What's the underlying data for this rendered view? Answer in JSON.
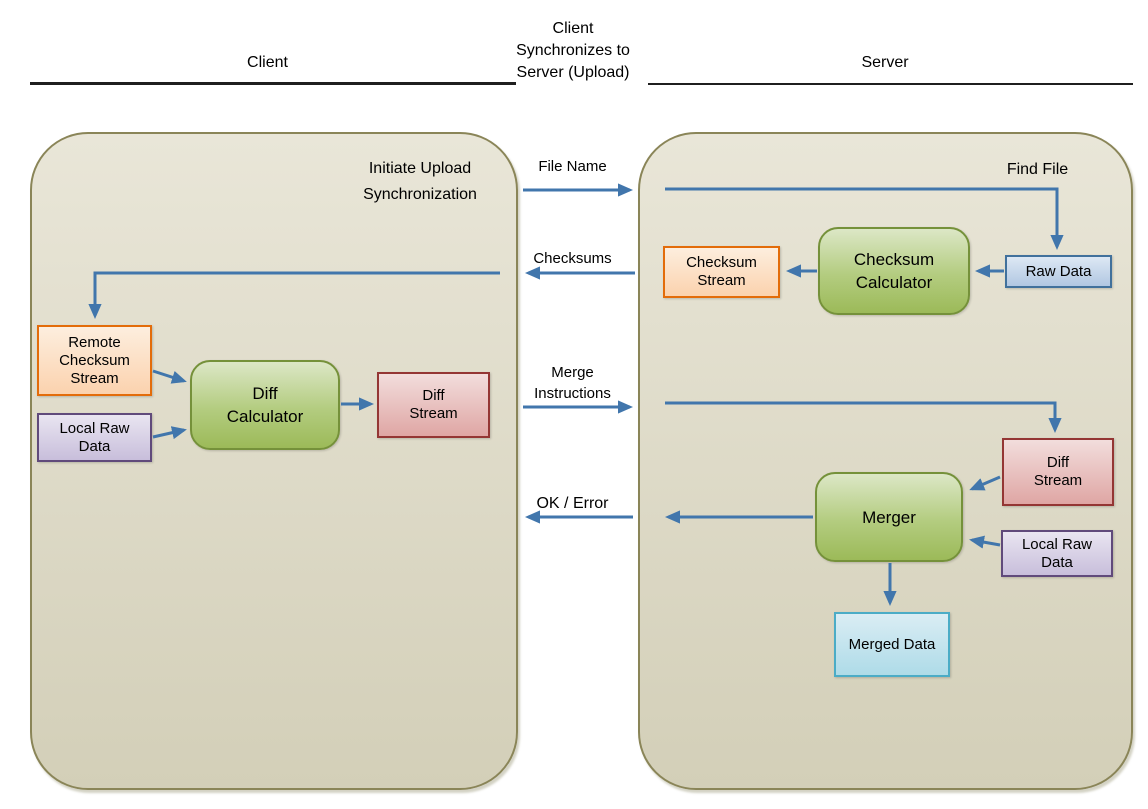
{
  "header": {
    "client": "Client",
    "center": "Client\nSynchronizes to\nServer (Upload)",
    "server": "Server"
  },
  "client_panel": {
    "title": "Initiate Upload\nSynchronization",
    "nodes": {
      "remote_checksum_stream": "Remote\nChecksum\nStream",
      "local_raw_data": "Local Raw\nData",
      "diff_calculator": "Diff\nCalculator",
      "diff_stream": "Diff\nStream"
    }
  },
  "server_panel": {
    "title": "Find File",
    "nodes": {
      "checksum_stream": "Checksum\nStream",
      "checksum_calculator": "Checksum\nCalculator",
      "raw_data": "Raw Data",
      "diff_stream": "Diff\nStream",
      "local_raw_data": "Local Raw\nData",
      "merger": "Merger",
      "merged_data": "Merged Data"
    }
  },
  "messages": {
    "file_name": "File Name",
    "checksums": "Checksums",
    "merge_instructions": "Merge\nInstructions",
    "ok_error": "OK / Error"
  },
  "colors": {
    "panel_fill": "#ddd9c4",
    "panel_border": "#8a8558",
    "arrow": "#4176ac",
    "orange_border": "#e36c0a",
    "purple_border": "#604a7b",
    "green_border": "#75913a",
    "red_border": "#943634",
    "blue_border": "#41719c",
    "cyan_border": "#4bacc6"
  }
}
